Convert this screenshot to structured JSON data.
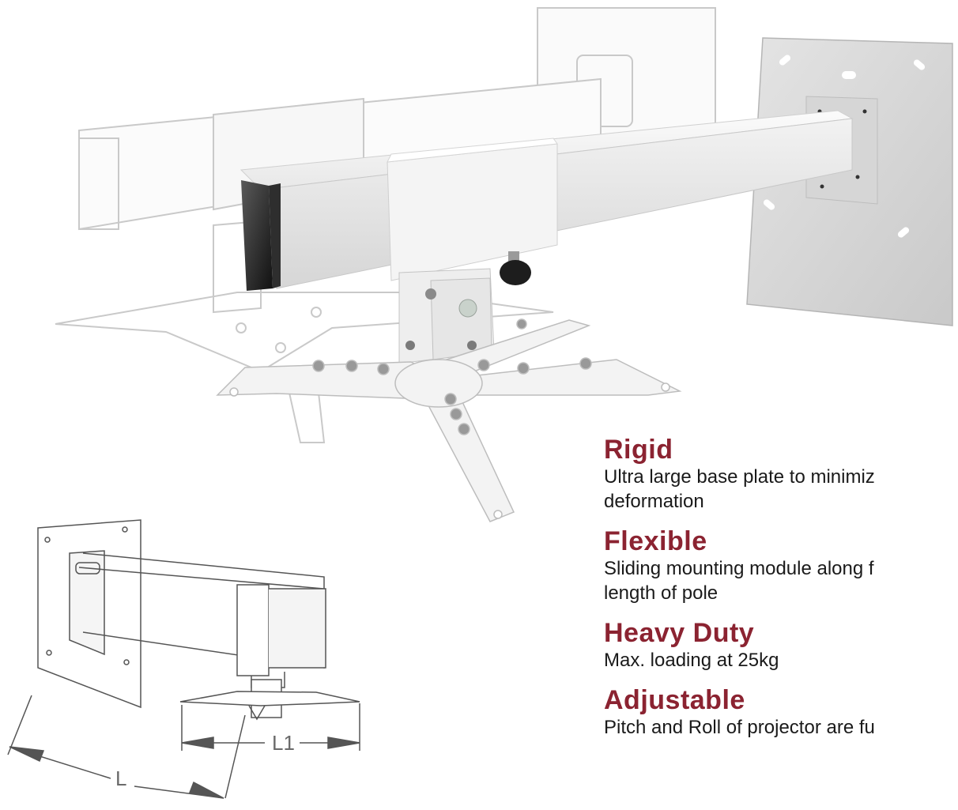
{
  "features": [
    {
      "title": "Rigid",
      "description": [
        "Ultra large base plate to minimiz",
        "deformation"
      ]
    },
    {
      "title": "Flexible",
      "description": [
        "Sliding mounting module along f",
        "length of pole"
      ]
    },
    {
      "title": "Heavy Duty",
      "description": [
        "Max. loading at 25kg"
      ]
    },
    {
      "title": "Adjustable",
      "description": [
        "Pitch and Roll of projector are fu"
      ]
    }
  ],
  "dimensions": {
    "l1_label": "L1",
    "l_label": "L"
  },
  "colors": {
    "heading": "#8b2331",
    "body_text": "#1a1a1a",
    "drawing_line": "#555555",
    "mount_metal": "#eeeeee"
  }
}
